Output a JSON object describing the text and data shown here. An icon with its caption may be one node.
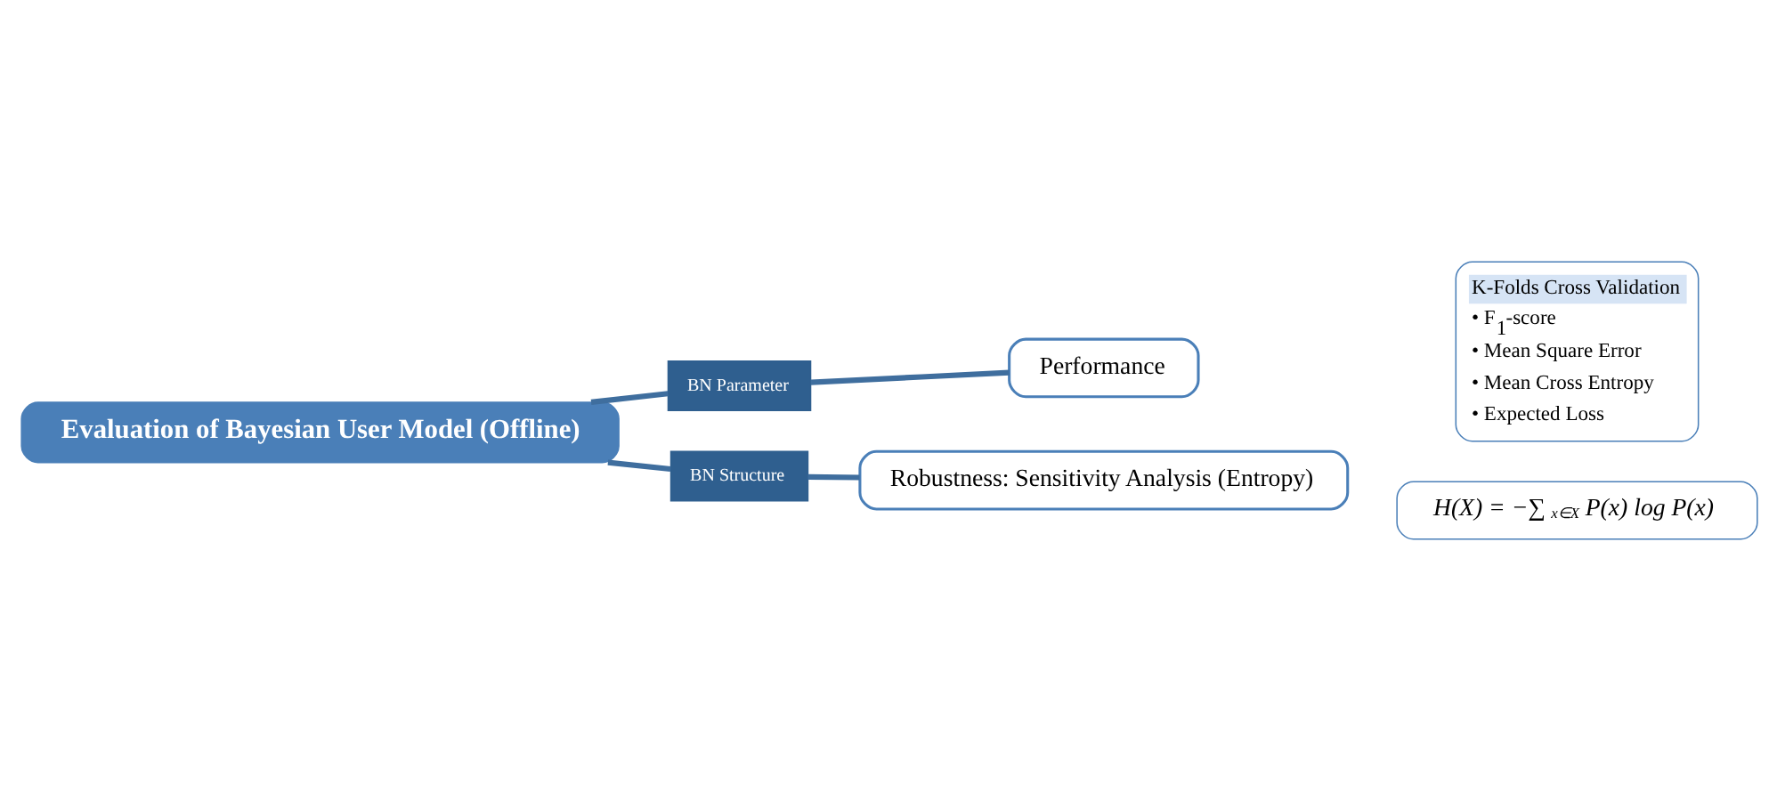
{
  "diagram": {
    "nodes": [
      {
        "text": [
          "Evaluation of Bayesian User Model (Offline)"
        ]
      },
      {
        "text": [
          "BN Parameter"
        ]
      },
      {
        "text": [
          "Performance"
        ]
      },
      {
        "text": [
          "K-Folds Cross Validation",
          "• F$_{1}$-score",
          "• Mean Square Error",
          "• Mean Cross Entropy",
          "• Expected Loss"
        ]
      },
      {
        "text": [
          "BN Structure"
        ]
      },
      {
        "text": [
          "Robustness: Sensitivity Analysis (Entropy)"
        ]
      },
      {
        "text": [
          "H(X) = −∑$_{x∈X}$ P(x) log P(x)"
        ]
      }
    ],
    "edges": [
      {
        "from": 0,
        "to": 1,
        "arrow": "none"
      },
      {
        "from": 0,
        "to": 4,
        "arrow": "none"
      },
      {
        "from": 1,
        "to": 2,
        "arrow": "none"
      },
      {
        "from": 4,
        "to": 5,
        "arrow": "none"
      }
    ]
  }
}
